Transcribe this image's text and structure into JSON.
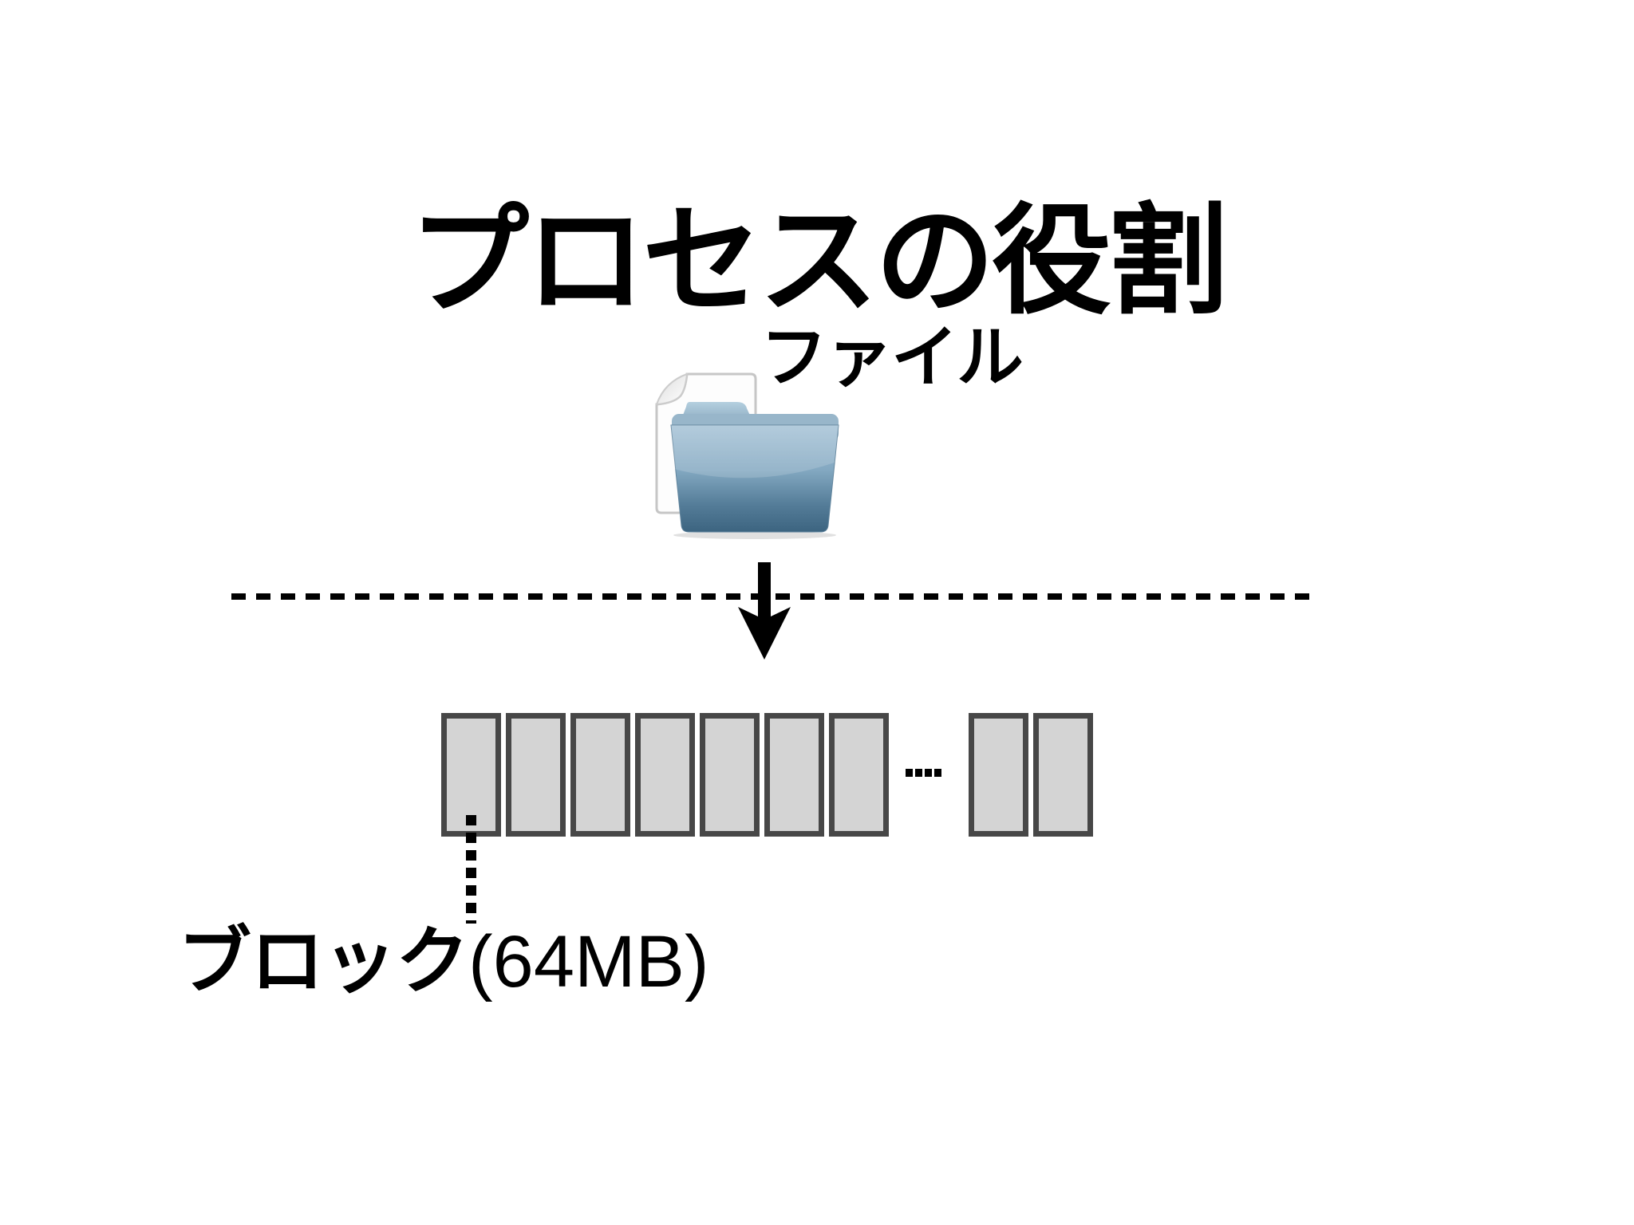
{
  "title": "プロセスの役割",
  "file": {
    "label": "ファイル",
    "icon": "document-with-blue-folder"
  },
  "divider": {
    "style": "black-dashed-horizontal-line",
    "arrow_icon": "down-arrow"
  },
  "blocks": {
    "left_group_count": 7,
    "right_group_count": 2,
    "ellipsis_dot_count": 4,
    "fill_color": "#d4d4d4",
    "border_color": "#474747",
    "label_jp": "ブロック",
    "label_size": "(64MB)"
  },
  "colors": {
    "background": "#ffffff",
    "text": "#000000",
    "folder_light": "#a5c2d6",
    "folder_dark": "#3c6480"
  }
}
